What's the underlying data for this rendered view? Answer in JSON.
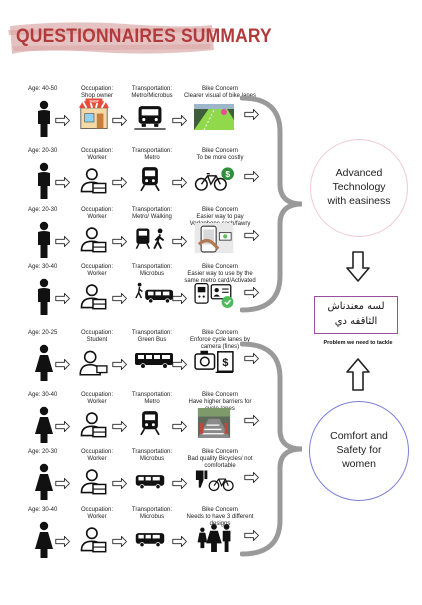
{
  "title": "QUESTIONNAIRES SUMMARY",
  "labels": {
    "occupation_prefix": "Occupation:",
    "transportation_prefix": "Transportation:",
    "concern_prefix": "Bike Concern"
  },
  "rows": [
    {
      "age": "Age: 40-50",
      "occupation": "Shop owner",
      "transport": "Metro/Microbus",
      "concern": "Clearer visual of bike lanes",
      "person": "man-icon",
      "occ_icon": "shop-icon",
      "trans_icon": "bus-metro-icon",
      "concern_icon": "bike-lane-photo"
    },
    {
      "age": "Age: 20-30",
      "occupation": "Worker",
      "transport": "Metro",
      "concern": "To be more costly",
      "person": "man-icon",
      "occ_icon": "worker-icon",
      "trans_icon": "metro-icon",
      "concern_icon": "bicycle-money-icon"
    },
    {
      "age": "Age: 20-30",
      "occupation": "Worker",
      "transport": "Metro/ Walking",
      "concern": "Easier way to pay Vodaphone cash/fawry",
      "person": "man-icon",
      "occ_icon": "worker-icon",
      "trans_icon": "metro-walking-icon",
      "concern_icon": "phone-pay-icon"
    },
    {
      "age": "Age: 30-40",
      "occupation": "Worker",
      "transport": "Microbus",
      "concern": "Easier way to use by the same metro card/Activated with ID",
      "person": "man-icon",
      "occ_icon": "worker-icon",
      "trans_icon": "microbus-walker-icon",
      "concern_icon": "id-card-icon"
    },
    {
      "age": "Age: 20-25",
      "occupation": "Student",
      "transport": "Green Bus",
      "concern": "Enforce cycle lanes by camera (fines)",
      "person": "woman-icon",
      "occ_icon": "student-icon",
      "trans_icon": "green-bus-icon",
      "concern_icon": "camera-fine-icon"
    },
    {
      "age": "Age: 30-40",
      "occupation": "Worker",
      "transport": "Metro",
      "concern": "Have higher barriers for cycle lanes",
      "person": "woman-icon",
      "occ_icon": "worker-icon",
      "trans_icon": "metro-icon",
      "concern_icon": "barrier-photo"
    },
    {
      "age": "Age: 20-30",
      "occupation": "Worker",
      "transport": "Microbus",
      "concern": "Bad quality Bicycles/ not comfortable",
      "person": "woman-icon",
      "occ_icon": "worker-icon",
      "trans_icon": "microbus-icon",
      "concern_icon": "thumbs-down-bicycle-icon"
    },
    {
      "age": "Age: 30-40",
      "occupation": "Worker",
      "transport": "Microbus",
      "concern": "Needs to have 3 different designs",
      "person": "woman-icon",
      "occ_icon": "worker-icon",
      "trans_icon": "microbus-icon",
      "concern_icon": "family-icon"
    }
  ],
  "summary_top": "Advanced\nTechnology\nwith easiness",
  "summary_bottom": "Comfort and\nSafety for\nwomen",
  "arabic_line1": "لسه معندناش",
  "arabic_line2": "الثاقفه دي",
  "problem_caption": "Problem we need to tackle",
  "colors": {
    "title_red": "#b33a3a",
    "brush": "#e2b8b8",
    "circle_top": "#f2c9d6",
    "circle_bottom": "#7d7fd6",
    "box_border": "#9c4f9c"
  }
}
